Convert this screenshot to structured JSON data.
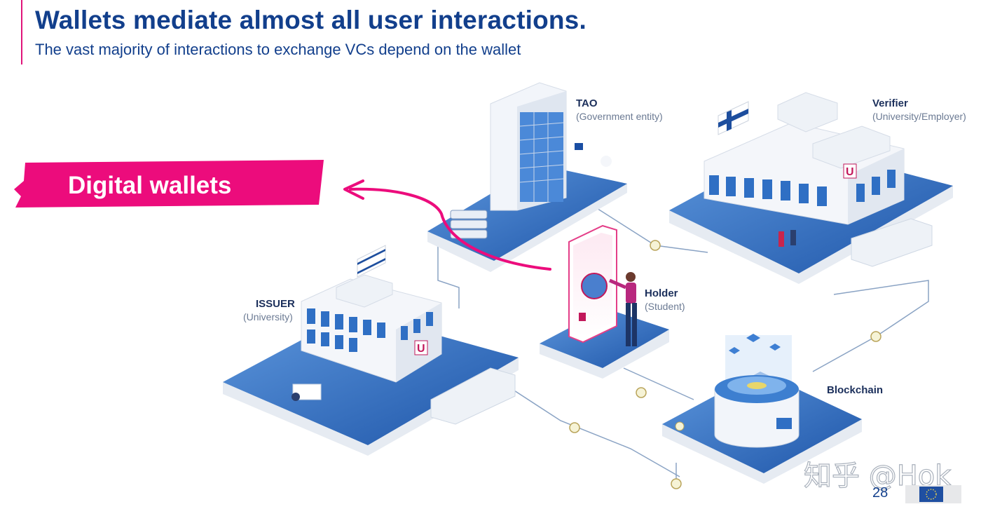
{
  "header": {
    "title": "Wallets mediate almost all user interactions.",
    "subtitle": "The vast majority of interactions to exchange VCs depend on the wallet"
  },
  "callout": {
    "label": "Digital wallets"
  },
  "nodes": {
    "tao": {
      "name": "TAO",
      "role": "(Government entity)"
    },
    "verifier": {
      "name": "Verifier",
      "role": "(University/Employer)"
    },
    "holder": {
      "name": "Holder",
      "role": "(Student)"
    },
    "issuer": {
      "name": "ISSUER",
      "role": "(University)"
    },
    "blockchain": {
      "name": "Blockchain"
    }
  },
  "footer": {
    "page_number": "28",
    "watermark": "知乎 @Hok"
  },
  "colors": {
    "title_blue": "#123f8c",
    "accent_pink": "#ec0c7c",
    "platform_blue": "#2f6fc4",
    "platform_light": "#e9eef5"
  },
  "icons": [
    "finland-flag-icon",
    "israel-flag-icon",
    "eu-flag-icon",
    "university-u-icon",
    "token-coin-icon"
  ]
}
